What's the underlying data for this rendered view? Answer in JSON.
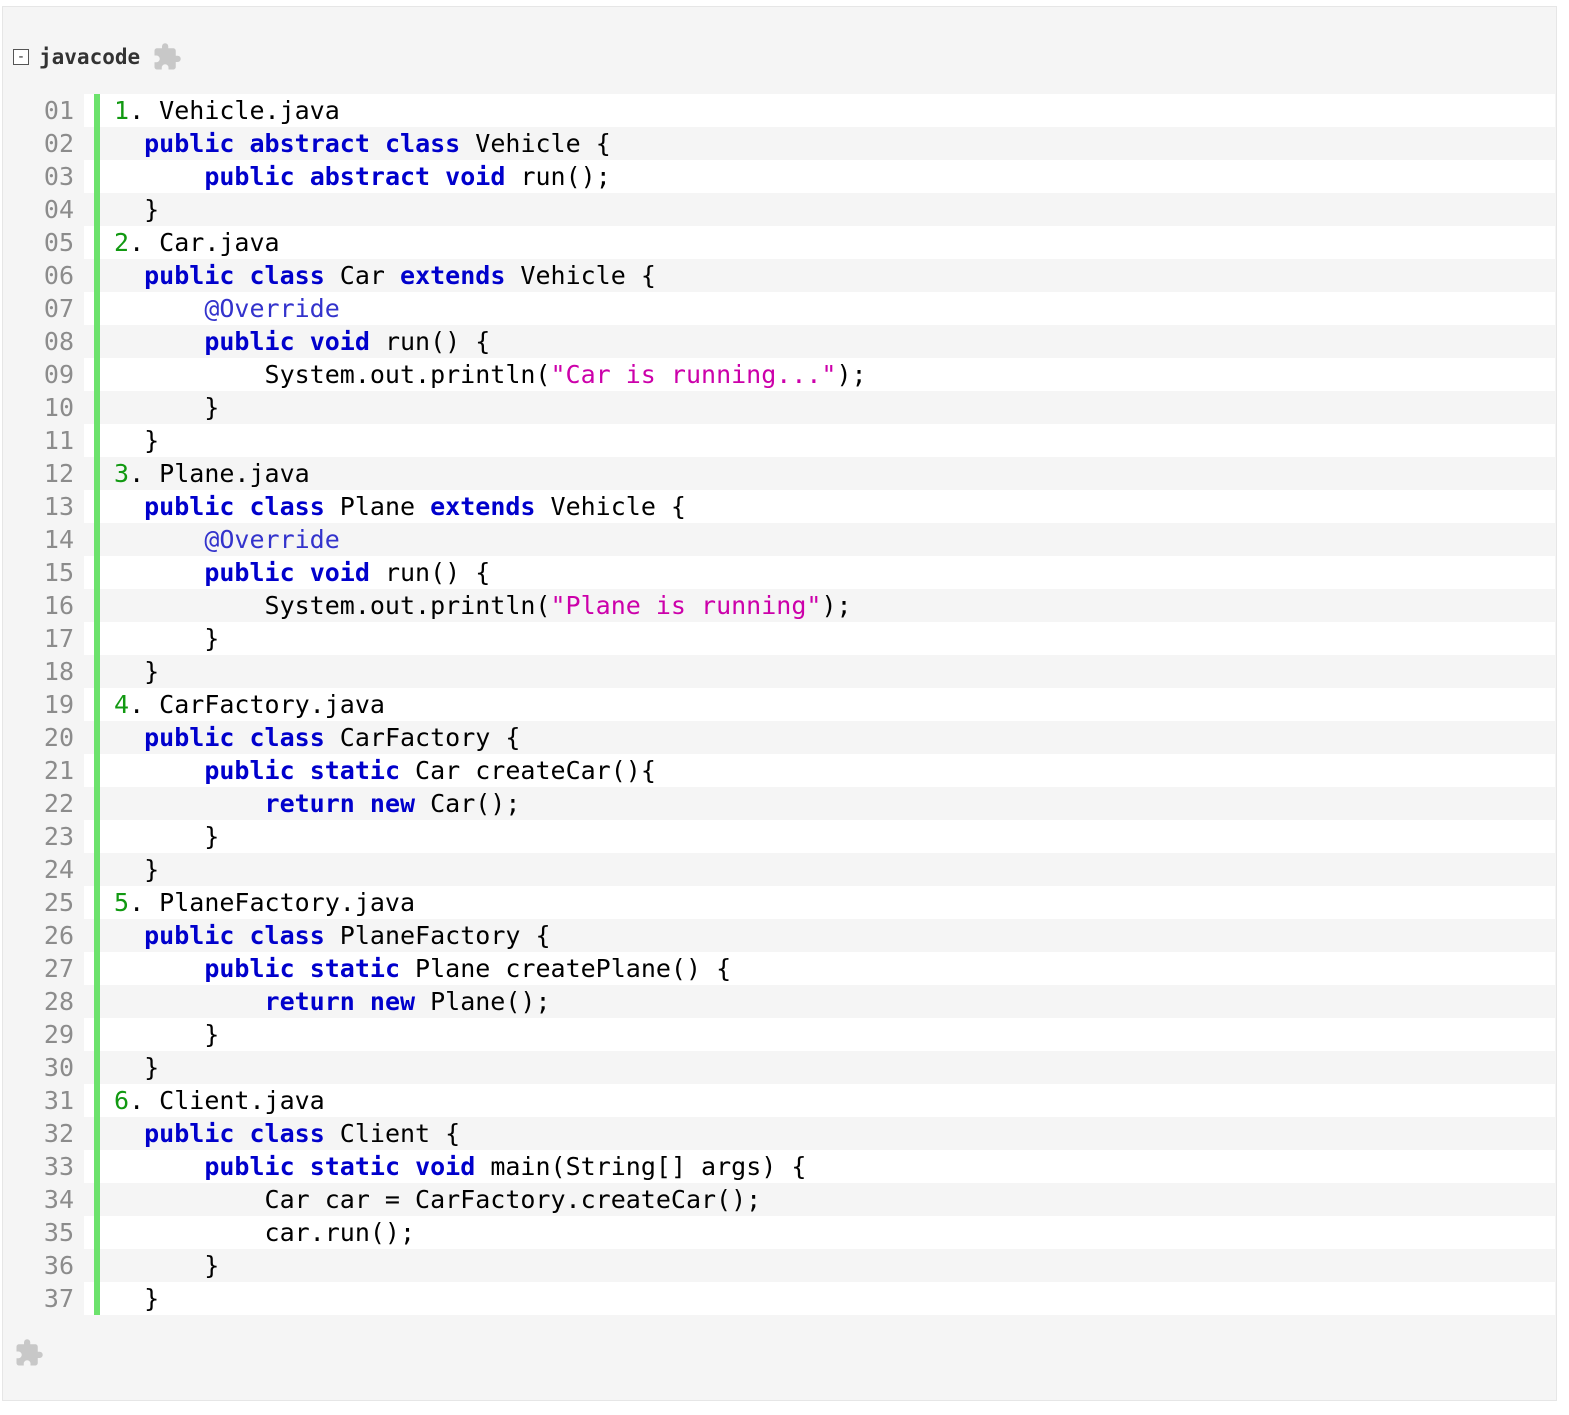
{
  "header": {
    "toggle": "-",
    "language": "javacode",
    "plugin_icon": "puzzle-icon"
  },
  "colors": {
    "keyword": "#0000cc",
    "annotation": "#3333cc",
    "string": "#cc00aa",
    "line_marker": "#6ce26c",
    "list_number": "#119911"
  },
  "lines": [
    {
      "num": "01",
      "tokens": [
        [
          "n",
          "1"
        ],
        [
          "p",
          ". Vehicle.java"
        ]
      ]
    },
    {
      "num": "02",
      "tokens": [
        [
          "p",
          "  "
        ],
        [
          "kw",
          "public"
        ],
        [
          "p",
          " "
        ],
        [
          "kw",
          "abstract"
        ],
        [
          "p",
          " "
        ],
        [
          "kw",
          "class"
        ],
        [
          "p",
          " Vehicle {"
        ]
      ]
    },
    {
      "num": "03",
      "tokens": [
        [
          "p",
          "      "
        ],
        [
          "kw",
          "public"
        ],
        [
          "p",
          " "
        ],
        [
          "kw",
          "abstract"
        ],
        [
          "p",
          " "
        ],
        [
          "kw",
          "void"
        ],
        [
          "p",
          " run();"
        ]
      ]
    },
    {
      "num": "04",
      "tokens": [
        [
          "p",
          "  }"
        ]
      ]
    },
    {
      "num": "05",
      "tokens": [
        [
          "n",
          "2"
        ],
        [
          "p",
          ". Car.java"
        ]
      ]
    },
    {
      "num": "06",
      "tokens": [
        [
          "p",
          "  "
        ],
        [
          "kw",
          "public"
        ],
        [
          "p",
          " "
        ],
        [
          "kw",
          "class"
        ],
        [
          "p",
          " Car "
        ],
        [
          "kw",
          "extends"
        ],
        [
          "p",
          " Vehicle {"
        ]
      ]
    },
    {
      "num": "07",
      "tokens": [
        [
          "p",
          "      "
        ],
        [
          "an",
          "@Override"
        ]
      ]
    },
    {
      "num": "08",
      "tokens": [
        [
          "p",
          "      "
        ],
        [
          "kw",
          "public"
        ],
        [
          "p",
          " "
        ],
        [
          "kw",
          "void"
        ],
        [
          "p",
          " run() {"
        ]
      ]
    },
    {
      "num": "09",
      "tokens": [
        [
          "p",
          "          System.out.println("
        ],
        [
          "str",
          "\"Car is running...\""
        ],
        [
          "p",
          ");"
        ]
      ]
    },
    {
      "num": "10",
      "tokens": [
        [
          "p",
          "      }"
        ]
      ]
    },
    {
      "num": "11",
      "tokens": [
        [
          "p",
          "  }"
        ]
      ]
    },
    {
      "num": "12",
      "tokens": [
        [
          "n",
          "3"
        ],
        [
          "p",
          ". Plane.java"
        ]
      ]
    },
    {
      "num": "13",
      "tokens": [
        [
          "p",
          "  "
        ],
        [
          "kw",
          "public"
        ],
        [
          "p",
          " "
        ],
        [
          "kw",
          "class"
        ],
        [
          "p",
          " Plane "
        ],
        [
          "kw",
          "extends"
        ],
        [
          "p",
          " Vehicle {"
        ]
      ]
    },
    {
      "num": "14",
      "tokens": [
        [
          "p",
          "      "
        ],
        [
          "an",
          "@Override"
        ]
      ]
    },
    {
      "num": "15",
      "tokens": [
        [
          "p",
          "      "
        ],
        [
          "kw",
          "public"
        ],
        [
          "p",
          " "
        ],
        [
          "kw",
          "void"
        ],
        [
          "p",
          " run() {"
        ]
      ]
    },
    {
      "num": "16",
      "tokens": [
        [
          "p",
          "          System.out.println("
        ],
        [
          "str",
          "\"Plane is running\""
        ],
        [
          "p",
          ");"
        ]
      ]
    },
    {
      "num": "17",
      "tokens": [
        [
          "p",
          "      }"
        ]
      ]
    },
    {
      "num": "18",
      "tokens": [
        [
          "p",
          "  }"
        ]
      ]
    },
    {
      "num": "19",
      "tokens": [
        [
          "n",
          "4"
        ],
        [
          "p",
          ". CarFactory.java"
        ]
      ]
    },
    {
      "num": "20",
      "tokens": [
        [
          "p",
          "  "
        ],
        [
          "kw",
          "public"
        ],
        [
          "p",
          " "
        ],
        [
          "kw",
          "class"
        ],
        [
          "p",
          " CarFactory {"
        ]
      ]
    },
    {
      "num": "21",
      "tokens": [
        [
          "p",
          "      "
        ],
        [
          "kw",
          "public"
        ],
        [
          "p",
          " "
        ],
        [
          "kw",
          "static"
        ],
        [
          "p",
          " Car createCar(){"
        ]
      ]
    },
    {
      "num": "22",
      "tokens": [
        [
          "p",
          "          "
        ],
        [
          "kw",
          "return"
        ],
        [
          "p",
          " "
        ],
        [
          "kw",
          "new"
        ],
        [
          "p",
          " Car();"
        ]
      ]
    },
    {
      "num": "23",
      "tokens": [
        [
          "p",
          "      }"
        ]
      ]
    },
    {
      "num": "24",
      "tokens": [
        [
          "p",
          "  }"
        ]
      ]
    },
    {
      "num": "25",
      "tokens": [
        [
          "n",
          "5"
        ],
        [
          "p",
          ". PlaneFactory.java"
        ]
      ]
    },
    {
      "num": "26",
      "tokens": [
        [
          "p",
          "  "
        ],
        [
          "kw",
          "public"
        ],
        [
          "p",
          " "
        ],
        [
          "kw",
          "class"
        ],
        [
          "p",
          " PlaneFactory {"
        ]
      ]
    },
    {
      "num": "27",
      "tokens": [
        [
          "p",
          "      "
        ],
        [
          "kw",
          "public"
        ],
        [
          "p",
          " "
        ],
        [
          "kw",
          "static"
        ],
        [
          "p",
          " Plane createPlane() {"
        ]
      ]
    },
    {
      "num": "28",
      "tokens": [
        [
          "p",
          "          "
        ],
        [
          "kw",
          "return"
        ],
        [
          "p",
          " "
        ],
        [
          "kw",
          "new"
        ],
        [
          "p",
          " Plane();"
        ]
      ]
    },
    {
      "num": "29",
      "tokens": [
        [
          "p",
          "      }"
        ]
      ]
    },
    {
      "num": "30",
      "tokens": [
        [
          "p",
          "  }"
        ]
      ]
    },
    {
      "num": "31",
      "tokens": [
        [
          "n",
          "6"
        ],
        [
          "p",
          ". Client.java"
        ]
      ]
    },
    {
      "num": "32",
      "tokens": [
        [
          "p",
          "  "
        ],
        [
          "kw",
          "public"
        ],
        [
          "p",
          " "
        ],
        [
          "kw",
          "class"
        ],
        [
          "p",
          " Client {"
        ]
      ]
    },
    {
      "num": "33",
      "tokens": [
        [
          "p",
          "      "
        ],
        [
          "kw",
          "public"
        ],
        [
          "p",
          " "
        ],
        [
          "kw",
          "static"
        ],
        [
          "p",
          " "
        ],
        [
          "kw",
          "void"
        ],
        [
          "p",
          " main(String[] args) {"
        ]
      ]
    },
    {
      "num": "34",
      "tokens": [
        [
          "p",
          "          Car car = CarFactory.createCar();"
        ]
      ]
    },
    {
      "num": "35",
      "tokens": [
        [
          "p",
          "          car.run();"
        ]
      ]
    },
    {
      "num": "36",
      "tokens": [
        [
          "p",
          "      }"
        ]
      ]
    },
    {
      "num": "37",
      "tokens": [
        [
          "p",
          "  }"
        ]
      ]
    }
  ],
  "footer": {
    "plugin_icon": "puzzle-icon"
  }
}
